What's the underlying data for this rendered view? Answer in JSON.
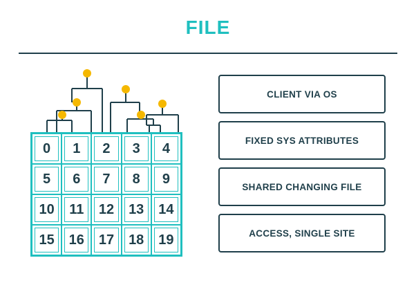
{
  "title": "FILE",
  "grid_numbers": [
    "0",
    "1",
    "2",
    "3",
    "4",
    "5",
    "6",
    "7",
    "8",
    "9",
    "10",
    "11",
    "12",
    "13",
    "14",
    "15",
    "16",
    "17",
    "18",
    "19"
  ],
  "boxes": [
    {
      "label": "CLIENT VIA OS"
    },
    {
      "label": "FIXED SYS ATTRIBUTES"
    },
    {
      "label": "SHARED CHANGING FILE"
    },
    {
      "label": "ACCESS, SINGLE SITE"
    }
  ],
  "colors": {
    "accent": "#1fbfbf",
    "dark": "#1f3f4a",
    "node": "#f5b800"
  }
}
